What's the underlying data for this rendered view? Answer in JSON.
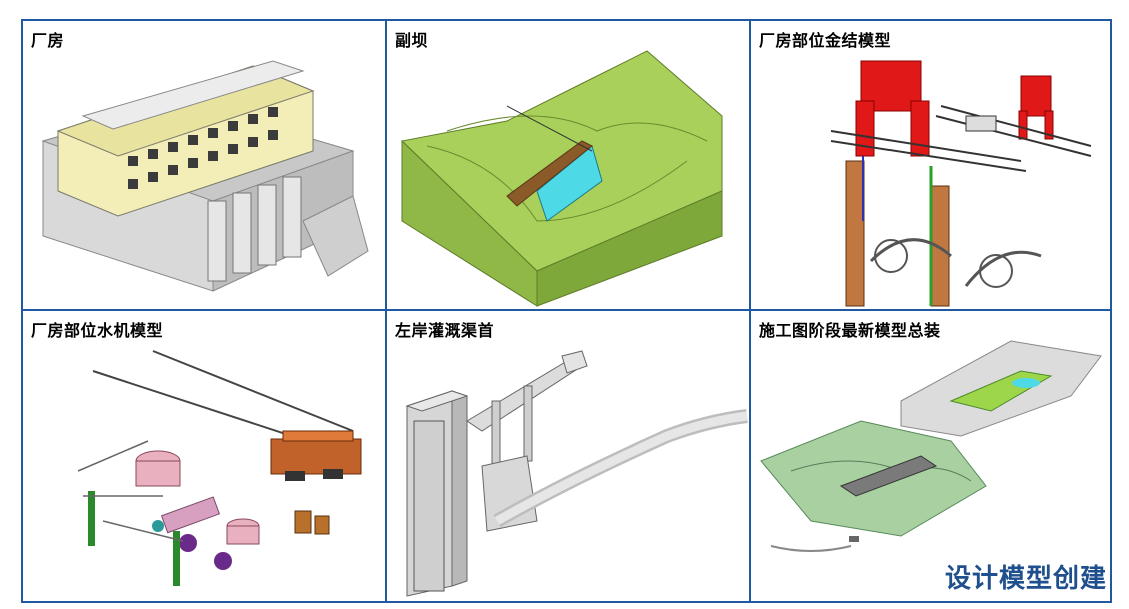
{
  "panels": [
    {
      "title": "厂房"
    },
    {
      "title": "副坝"
    },
    {
      "title": "厂房部位金结模型"
    },
    {
      "title": "厂房部位水机模型"
    },
    {
      "title": "左岸灌溉渠首"
    },
    {
      "title": "施工图阶段最新模型总装"
    }
  ],
  "footer_title": "设计模型创建",
  "colors": {
    "border": "#1f5aa0",
    "footer_text": "#1f4f8c"
  }
}
